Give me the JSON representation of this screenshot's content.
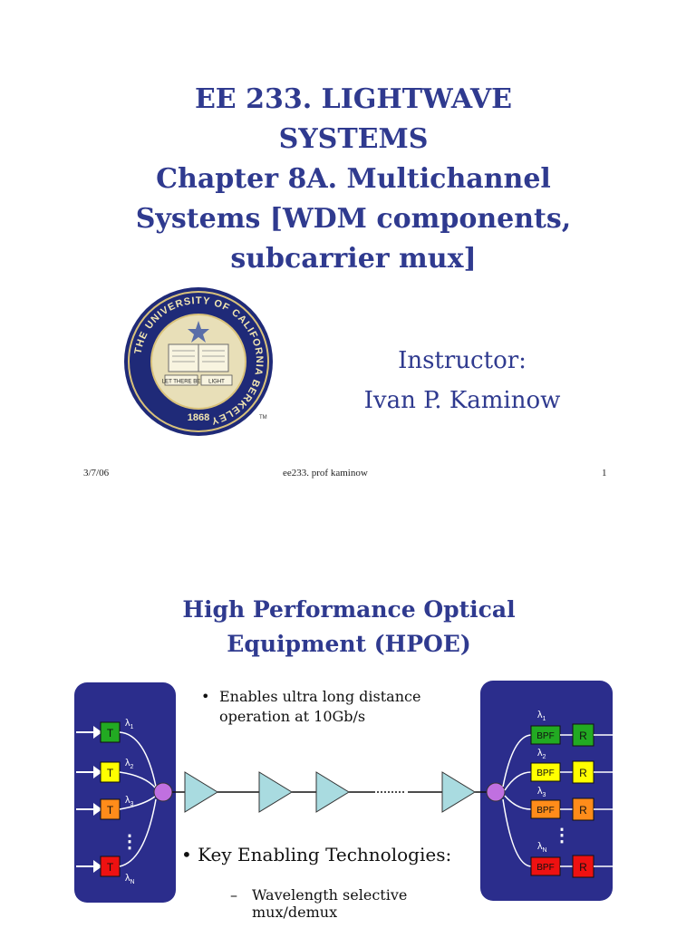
{
  "slide1": {
    "title_lines": [
      "EE 233. LIGHTWAVE",
      "SYSTEMS",
      "Chapter 8A. Multichannel",
      "Systems [WDM components,",
      "subcarrier mux]"
    ],
    "seal": {
      "outer_text": "THE UNIVERSITY OF CALIFORNIA BERKELEY",
      "banner_left": "LET THERE BE",
      "banner_right": "LIGHT",
      "year": "1868",
      "tm": "TM"
    },
    "instructor_label": "Instructor:",
    "instructor_name": "Ivan P. Kaminow",
    "footer": {
      "date": "3/7/06",
      "course": "ee233. prof kaminow",
      "page": "1"
    }
  },
  "slide2": {
    "title_lines": [
      "High Performance Optical",
      "Equipment (HPOE)"
    ],
    "bullet1_lines": [
      "Enables ultra long distance",
      "operation at 10Gb/s"
    ],
    "bullet2": "Key Enabling Technologies:",
    "sub_bullet_lines": [
      "Wavelength selective",
      "mux/demux"
    ],
    "bullet_char": "•",
    "dash_char": "–"
  },
  "diagram": {
    "transmitter_label": "T",
    "receiver_label": "R",
    "filter_label": "BPF",
    "wavelengths": [
      {
        "symbol": "λ",
        "sub": "1",
        "color": "#22aa22"
      },
      {
        "symbol": "λ",
        "sub": "2",
        "color": "#ffff00"
      },
      {
        "symbol": "λ",
        "sub": "3",
        "color": "#ff8c1a"
      },
      {
        "symbol": "λ",
        "sub": "N",
        "color": "#ee1111"
      }
    ],
    "dots": "⋮",
    "colors": {
      "box": "#2b2d8c",
      "amp": "#a9dbe0",
      "coupler": "#c070e0"
    }
  }
}
